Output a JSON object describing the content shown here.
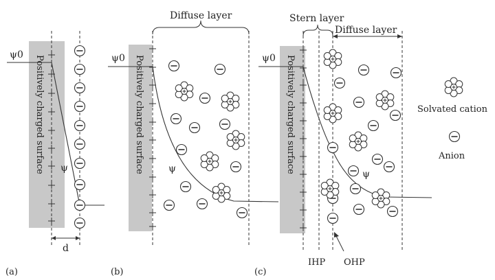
{
  "panels": {
    "a": {
      "label": "(a)",
      "psi0": "ψ0",
      "surface": "Positively charged surface",
      "psi": "ψ",
      "d": "d"
    },
    "b": {
      "label": "(b)",
      "psi0": "ψ0",
      "surface": "Positively charged surface",
      "psi": "ψ",
      "layer": "Diffuse layer"
    },
    "c": {
      "label": "(c)",
      "psi0": "ψ0",
      "surface": "Positively charged surface",
      "psi": "ψ",
      "stern": "Stern layer",
      "diffuse": "Diffuse layer",
      "ihp": "IHP",
      "ohp": "OHP"
    }
  },
  "legend": {
    "cation": "Solvated cation",
    "anion": "Anion"
  },
  "colors": {
    "surface": "#c8c8c8",
    "ink": "#333333"
  }
}
